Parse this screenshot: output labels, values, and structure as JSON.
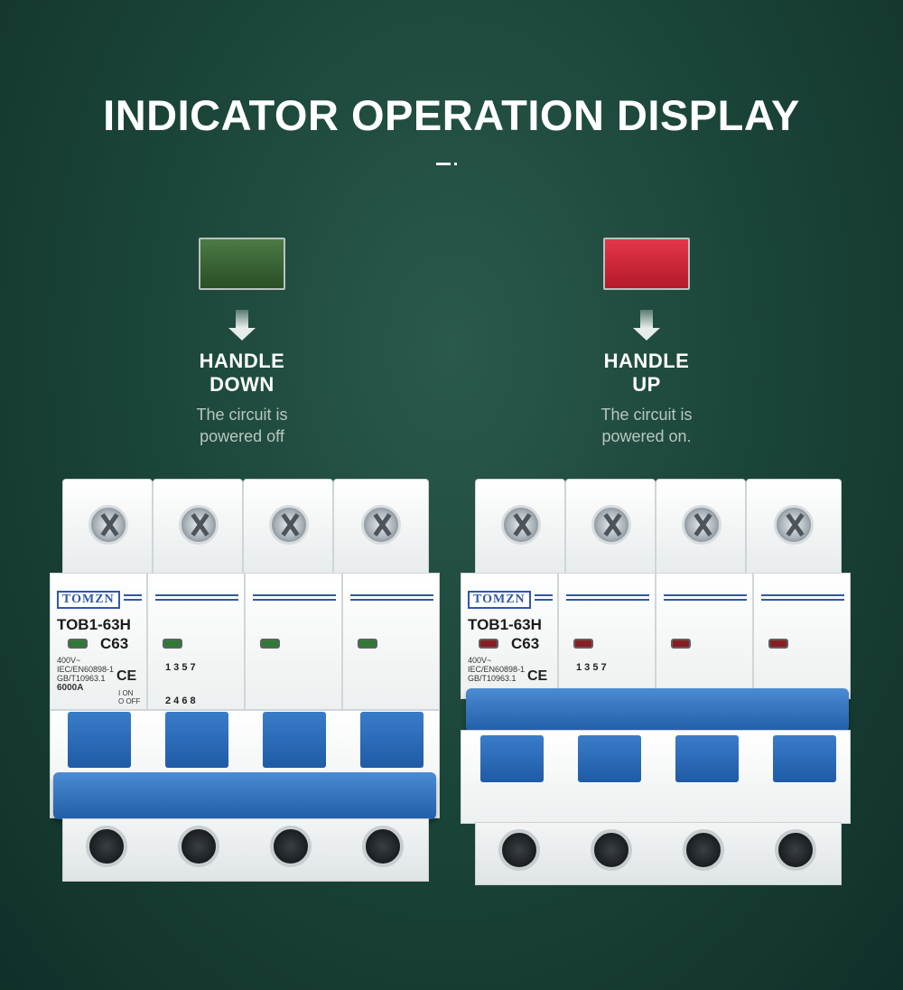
{
  "title": "INDICATOR OPERATION DISPLAY",
  "indicators": [
    {
      "color": "#3f6b38",
      "state_label": "HANDLE\nDOWN",
      "line1": "HANDLE",
      "line2": "DOWN",
      "desc1": "The circuit is",
      "desc2": "powered off"
    },
    {
      "color": "#d62a3c",
      "state_label": "HANDLE\nUP",
      "line1": "HANDLE",
      "line2": "UP",
      "desc1": "The circuit is",
      "desc2": "powered on."
    }
  ],
  "breaker_left": {
    "brand": "TOMZN",
    "model": "TOB1-63H",
    "curve": "C63",
    "spec1": "400V~",
    "spec2": "IEC/EN60898-1",
    "spec3": "GB/T10963.1",
    "spec4": "6000A",
    "ce": "CE",
    "on_label": "I ON",
    "off_label": "O OFF",
    "terminals_top": "1  3  5  7",
    "terminals_bottom": "2  4  6  8"
  },
  "breaker_right": {
    "brand": "TOMZN",
    "model": "TOB1-63H",
    "curve": "C63",
    "spec1": "400V~",
    "spec2": "IEC/EN60898-1",
    "spec3": "GB/T10963.1",
    "ce": "CE",
    "terminals_top": "1  3  5  7"
  }
}
